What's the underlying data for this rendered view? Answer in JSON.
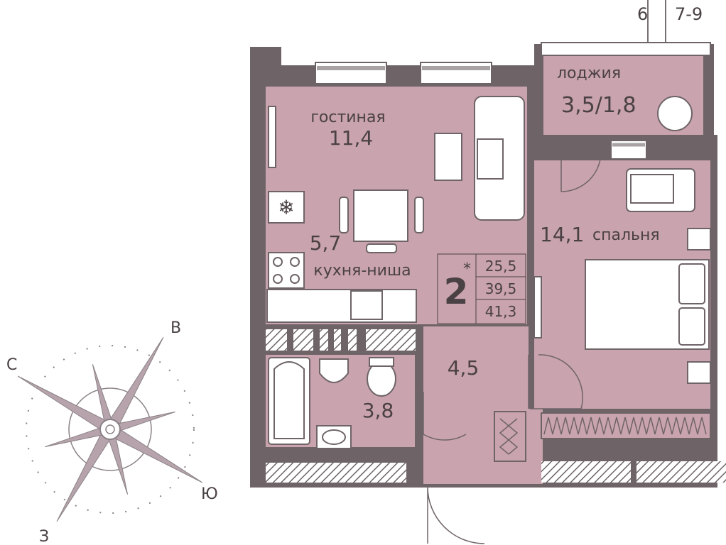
{
  "floor_markers": {
    "current": "6",
    "range": "7-9"
  },
  "colors": {
    "room_fill": "#c9a3ae",
    "wall": "#6e6468",
    "text": "#4a4145",
    "hatch": "#6e6468"
  },
  "rooms": {
    "living": {
      "name": "гостиная",
      "area": "11,4"
    },
    "kitchen": {
      "name": "кухня-ниша",
      "area": "5,7"
    },
    "loggia": {
      "name": "лоджия",
      "area": "3,5/1,8"
    },
    "bedroom": {
      "name": "спальня",
      "area": "14,1"
    },
    "hall": {
      "area": "4,5"
    },
    "bathroom": {
      "area": "3,8"
    }
  },
  "apartment": {
    "rooms_count": "2",
    "star": "*",
    "areas": [
      "25,5",
      "39,5",
      "41,3"
    ]
  },
  "compass": {
    "north": "С",
    "east": "В",
    "south": "Ю",
    "west": "З"
  }
}
